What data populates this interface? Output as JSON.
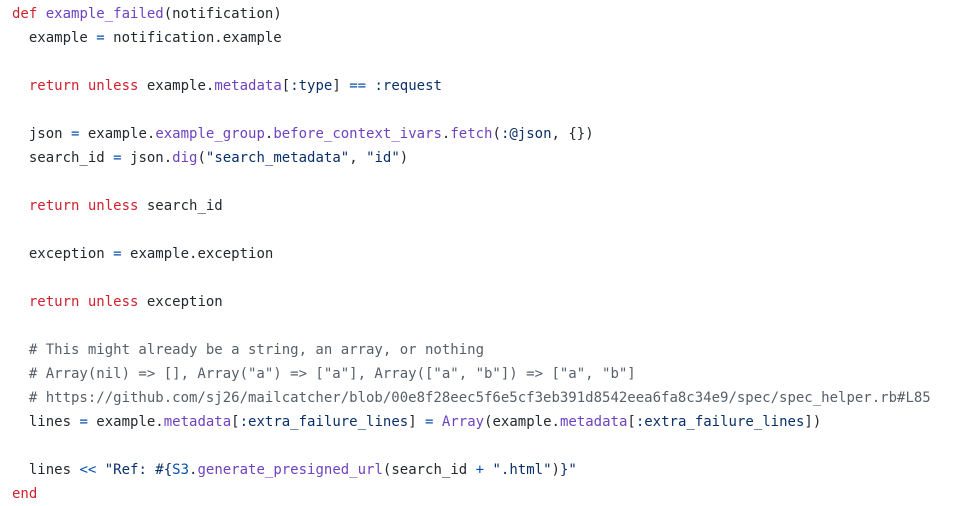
{
  "code": {
    "language": "ruby",
    "colors": {
      "keyword": "#cf222e",
      "function": "#6f42c1",
      "plain": "#24292f",
      "string": "#0a3069",
      "operator": "#0550ae",
      "comment": "#57606a"
    },
    "lines": [
      [
        [
          "kw",
          "def"
        ],
        [
          "plain",
          " "
        ],
        [
          "fn",
          "example_failed"
        ],
        [
          "plain",
          "(notification)"
        ]
      ],
      [
        [
          "plain",
          "  example "
        ],
        [
          "op",
          "="
        ],
        [
          "plain",
          " notification.example"
        ]
      ],
      [],
      [
        [
          "plain",
          "  "
        ],
        [
          "kw",
          "return"
        ],
        [
          "plain",
          " "
        ],
        [
          "kw",
          "unless"
        ],
        [
          "plain",
          " example."
        ],
        [
          "fn",
          "metadata"
        ],
        [
          "plain",
          "["
        ],
        [
          "sym",
          ":type"
        ],
        [
          "plain",
          "] "
        ],
        [
          "op",
          "=="
        ],
        [
          "plain",
          " "
        ],
        [
          "sym",
          ":request"
        ]
      ],
      [],
      [
        [
          "plain",
          "  json "
        ],
        [
          "op",
          "="
        ],
        [
          "plain",
          " example."
        ],
        [
          "fn",
          "example_group"
        ],
        [
          "plain",
          "."
        ],
        [
          "fn",
          "before_context_ivars"
        ],
        [
          "plain",
          "."
        ],
        [
          "fn",
          "fetch"
        ],
        [
          "plain",
          "("
        ],
        [
          "sym",
          ":@json"
        ],
        [
          "plain",
          ", {})"
        ]
      ],
      [
        [
          "plain",
          "  search_id "
        ],
        [
          "op",
          "="
        ],
        [
          "plain",
          " json."
        ],
        [
          "fn",
          "dig"
        ],
        [
          "plain",
          "("
        ],
        [
          "str",
          "\"search_metadata\""
        ],
        [
          "plain",
          ", "
        ],
        [
          "str",
          "\"id\""
        ],
        [
          "plain",
          ")"
        ]
      ],
      [],
      [
        [
          "plain",
          "  "
        ],
        [
          "kw",
          "return"
        ],
        [
          "plain",
          " "
        ],
        [
          "kw",
          "unless"
        ],
        [
          "plain",
          " search_id"
        ]
      ],
      [],
      [
        [
          "plain",
          "  exception "
        ],
        [
          "op",
          "="
        ],
        [
          "plain",
          " example.exception"
        ]
      ],
      [],
      [
        [
          "plain",
          "  "
        ],
        [
          "kw",
          "return"
        ],
        [
          "plain",
          " "
        ],
        [
          "kw",
          "unless"
        ],
        [
          "plain",
          " exception"
        ]
      ],
      [],
      [
        [
          "comment",
          "  # This might already be a string, an array, or nothing"
        ]
      ],
      [
        [
          "comment",
          "  # Array(nil) => [], Array(\"a\") => [\"a\"], Array([\"a\", \"b\"]) => [\"a\", \"b\"]"
        ]
      ],
      [
        [
          "comment",
          "  # https://github.com/sj26/mailcatcher/blob/00e8f28eec5f6e5cf3eb391d8542eea6fa8c34e9/spec/spec_helper.rb#L85"
        ]
      ],
      [
        [
          "plain",
          "  lines "
        ],
        [
          "op",
          "="
        ],
        [
          "plain",
          " example."
        ],
        [
          "fn",
          "metadata"
        ],
        [
          "plain",
          "["
        ],
        [
          "sym",
          ":extra_failure_lines"
        ],
        [
          "plain",
          "] "
        ],
        [
          "op",
          "="
        ],
        [
          "plain",
          " "
        ],
        [
          "fn",
          "Array"
        ],
        [
          "plain",
          "(example."
        ],
        [
          "fn",
          "metadata"
        ],
        [
          "plain",
          "["
        ],
        [
          "sym",
          ":extra_failure_lines"
        ],
        [
          "plain",
          "])"
        ]
      ],
      [],
      [
        [
          "plain",
          "  lines "
        ],
        [
          "op",
          "<<"
        ],
        [
          "plain",
          " "
        ],
        [
          "str",
          "\"Ref: #{"
        ],
        [
          "const",
          "S3"
        ],
        [
          "plain",
          "."
        ],
        [
          "fn",
          "generate_presigned_url"
        ],
        [
          "plain",
          "(search_id "
        ],
        [
          "op",
          "+"
        ],
        [
          "plain",
          " "
        ],
        [
          "str",
          "\".html\""
        ],
        [
          "plain",
          ")"
        ],
        [
          "str",
          "}\""
        ]
      ],
      [
        [
          "kw",
          "end"
        ]
      ]
    ]
  }
}
